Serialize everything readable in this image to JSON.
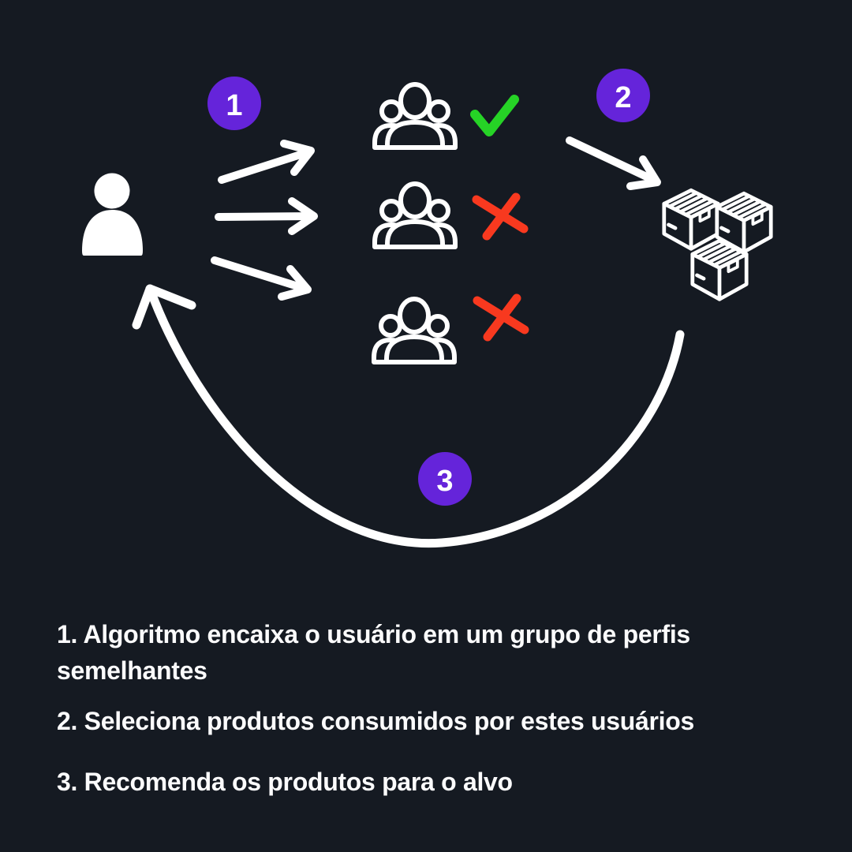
{
  "colors": {
    "background": "#151a22",
    "accent_purple": "#6524da",
    "check_green": "#26d326",
    "cross_red": "#f8391f",
    "icon_white": "#ffffff"
  },
  "diagram": {
    "badges": [
      {
        "label": "1"
      },
      {
        "label": "2"
      },
      {
        "label": "3"
      }
    ],
    "icon_names": [
      "user-icon",
      "users-group-icon",
      "check-icon",
      "cross-icon",
      "boxes-icon",
      "arrow-icon",
      "curved-return-arrow-icon"
    ]
  },
  "steps": [
    {
      "text": "1. Algoritmo encaixa o usuário em um grupo de perfis\nsemelhantes"
    },
    {
      "text": "2. Seleciona produtos consumidos por estes usuários"
    },
    {
      "text": "3. Recomenda os produtos para o alvo"
    }
  ]
}
